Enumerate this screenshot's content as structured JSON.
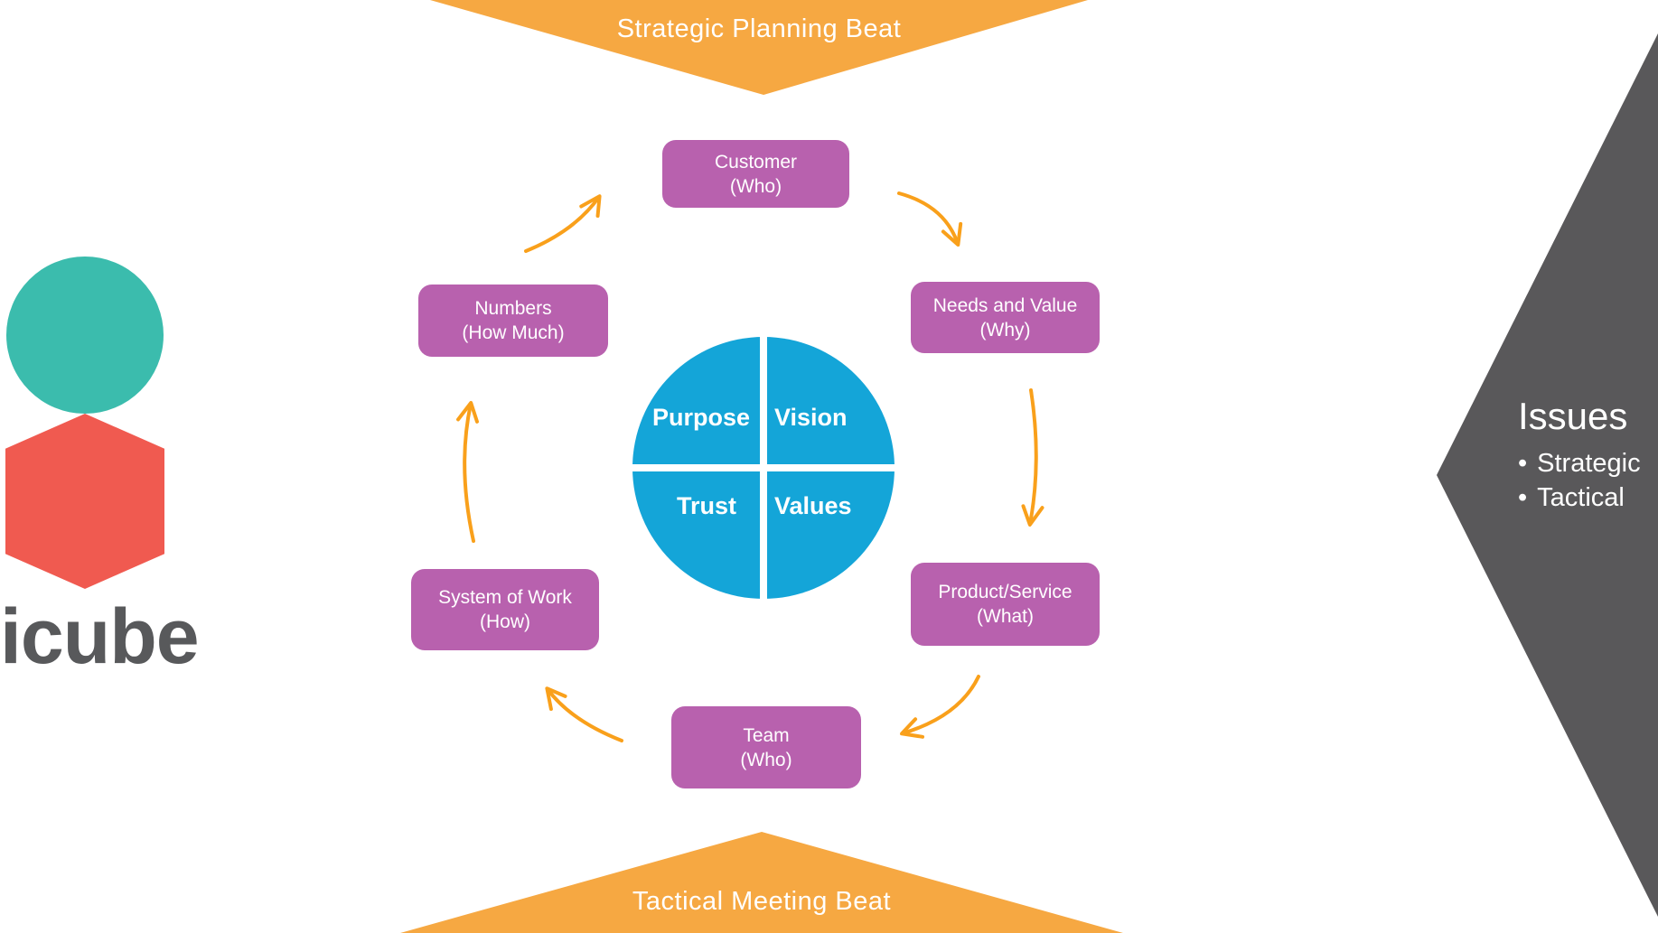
{
  "banners": {
    "top_label": "Strategic Planning Beat",
    "bottom_label": "Tactical Meeting Beat"
  },
  "cycle_steps": [
    {
      "id": "customer",
      "title": "Customer",
      "subtitle": "(Who)"
    },
    {
      "id": "needs",
      "title": "Needs and Value",
      "subtitle": "(Why)"
    },
    {
      "id": "product",
      "title": "Product/Service",
      "subtitle": "(What)"
    },
    {
      "id": "team",
      "title": "Team",
      "subtitle": "(Who)"
    },
    {
      "id": "system",
      "title": "System of Work",
      "subtitle": "(How)"
    },
    {
      "id": "numbers",
      "title": "Numbers",
      "subtitle": "(How Much)"
    }
  ],
  "core_circle": {
    "quadrants": [
      "Purpose",
      "Vision",
      "Trust",
      "Values"
    ]
  },
  "issues_panel": {
    "title": "Issues",
    "bullet_char": "•",
    "items": [
      "Strategic",
      "Tactical"
    ]
  },
  "logo": {
    "wordmark": "icube"
  },
  "arrows": [
    "numbers-to-customer",
    "customer-to-needs",
    "needs-to-product",
    "product-to-team",
    "team-to-system",
    "system-to-numbers"
  ],
  "colors": {
    "banner_orange": "#F6A842",
    "arrow_orange": "#F9A01B",
    "box_purple": "#B861AE",
    "circle_blue": "#14A5D8",
    "panel_gray": "#59585A",
    "logo_teal": "#3BBCAD",
    "logo_red": "#F05A50",
    "logo_text": "#58595B"
  }
}
